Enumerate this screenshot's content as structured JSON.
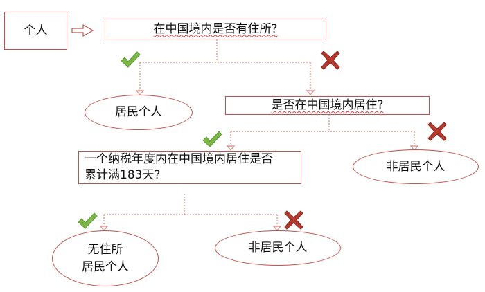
{
  "nodes": {
    "individual": "个人",
    "q1": "在中国境内是否有住所?",
    "q2": "是否在中国境内居住?",
    "q3_line1": "一个纳税年度内在中国境内居住是否",
    "q3_line2": "累计满183天?",
    "resident": "居民个人",
    "nonresident_1": "非居民个人",
    "no_domicile_line1": "无住所",
    "no_domicile_line2": "居民个人",
    "nonresident_2": "非居民个人"
  },
  "colors": {
    "border": "#c0504d",
    "connector": "#d9877f",
    "check": "#7ab648",
    "cross": "#b33a2e"
  },
  "icons": {
    "yes": "check-mark-icon",
    "no": "cross-mark-icon",
    "pointer": "right-arrow-icon"
  }
}
